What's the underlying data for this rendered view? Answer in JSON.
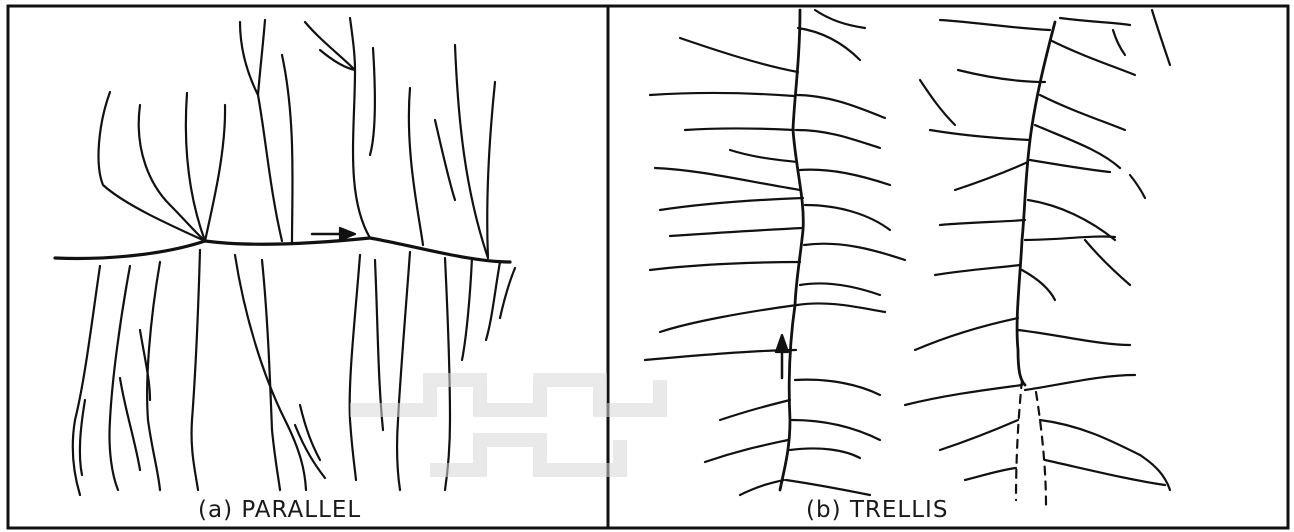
{
  "figure": {
    "panel_a": {
      "caption": "(a)  PARALLEL",
      "pattern": "parallel drainage",
      "main_stream_direction_marker": "arrow-right-icon"
    },
    "panel_b": {
      "caption": "(b)  TRELLIS",
      "pattern": "trellis drainage",
      "main_stream_direction_marker": "arrow-up-icon"
    },
    "colors": {
      "ink": "#111111",
      "frame": "#111111",
      "background": "#ffffff"
    }
  }
}
